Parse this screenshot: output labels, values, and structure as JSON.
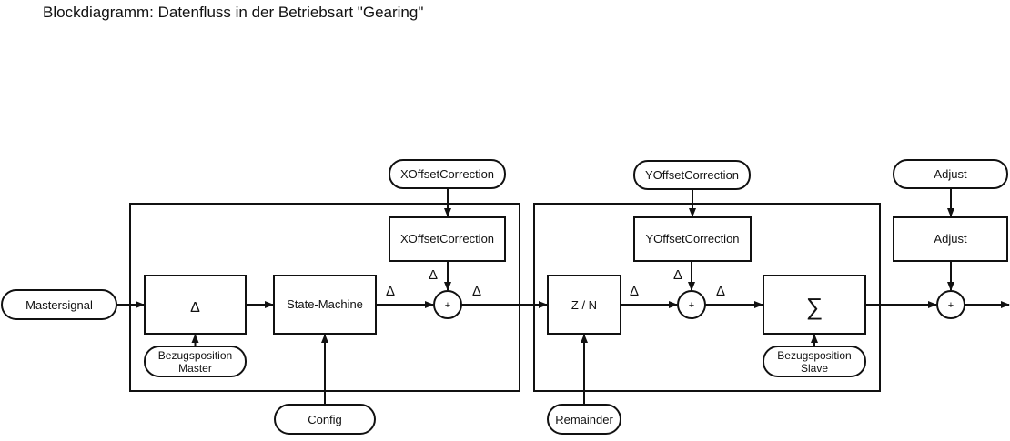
{
  "title": "Blockdiagramm: Datenfluss in der Betriebsart \"Gearing\"",
  "colors": {
    "stroke": "#111111",
    "background": "#ffffff"
  },
  "inputs": {
    "mastersignal": "Mastersignal",
    "bezugsposition_master": [
      "Bezugsposition",
      "Master"
    ],
    "config": "Config",
    "xoffset": "XOffsetCorrection",
    "yoffset": "YOffsetCorrection",
    "remainder": "Remainder",
    "bezugsposition_slave": [
      "Bezugsposition",
      "Slave"
    ],
    "adjust": "Adjust"
  },
  "blocks": {
    "delta": "Δ",
    "state_machine": "State-Machine",
    "xoffset": "XOffsetCorrection",
    "zn": "Z / N",
    "yoffset": "YOffsetCorrection",
    "sigma": "∑",
    "adjust": "Adjust"
  },
  "sum_symbol": "+",
  "delta_label": "Δ"
}
